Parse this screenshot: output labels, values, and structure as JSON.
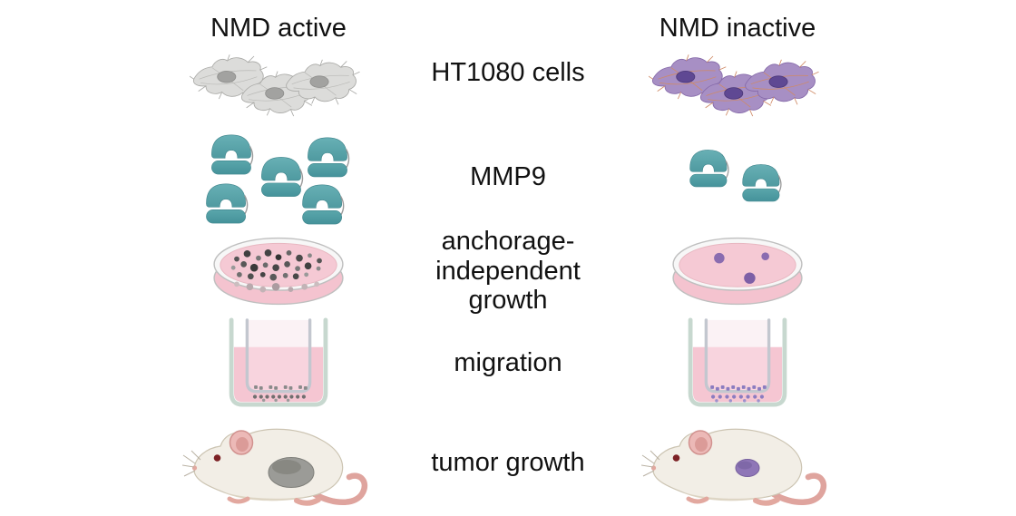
{
  "diagram": {
    "left_header": "NMD active",
    "right_header": "NMD inactive",
    "rows": [
      {
        "label": "HT1080 cells",
        "left_visual": "three gray fibroblast cells",
        "right_visual": "three purple fibroblast cells"
      },
      {
        "label": "MMP9",
        "left_enzyme_count": 5,
        "right_enzyme_count": 2
      },
      {
        "label": "anchorage-independent growth",
        "left_visual": "petri dish with many dark colonies",
        "right_visual": "petri dish with 3 purple colonies"
      },
      {
        "label": "migration",
        "left_visual": "transwell with gray migrated cells",
        "right_visual": "transwell with purple migrated cells"
      },
      {
        "label": "tumor growth",
        "left_visual": "mouse with large gray tumor",
        "right_visual": "mouse with small purple tumor"
      }
    ],
    "colors": {
      "text": "#111111",
      "enzyme_teal": "#57a2a8",
      "cell_gray": "#dcdcda",
      "cell_purple": "#a78fc4",
      "nucleus_purple": "#5f4893",
      "media_pink": "#f5c9d4",
      "colony_purple": "#8a6cb0",
      "tumor_gray": "#9b9b97",
      "tumor_purple": "#8f76b7",
      "mouse_body": "#f2eee6",
      "tail_pink": "#dfa49e"
    }
  }
}
